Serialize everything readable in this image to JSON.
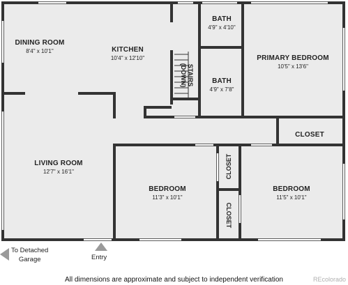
{
  "rooms": {
    "dining_room": {
      "name": "DINING ROOM",
      "dims": "8'4\" x 10'1\""
    },
    "kitchen": {
      "name": "KITCHEN",
      "dims": "10'4\" x 12'10\""
    },
    "bath_top": {
      "name": "BATH",
      "dims": "4'9\" x 4'10\""
    },
    "bath_mid": {
      "name": "BATH",
      "dims": "4'9\" x 7'8\""
    },
    "primary_bedroom": {
      "name": "PRIMARY BEDROOM",
      "dims": "10'5\" x 13'6\""
    },
    "living_room": {
      "name": "LIVING ROOM",
      "dims": "12'7\" x 16'1\""
    },
    "bedroom_left": {
      "name": "BEDROOM",
      "dims": "11'3\" x 10'1\""
    },
    "bedroom_right": {
      "name": "BEDROOM",
      "dims": "11'5\" x 10'1\""
    },
    "closet_hall": {
      "name": "CLOSET"
    },
    "closet_upper": {
      "name": "CLOSET"
    },
    "closet_lower": {
      "name": "CLOSET"
    }
  },
  "stairs": {
    "label": "STAIRS\n(DOWN)"
  },
  "notes": {
    "garage": "To Detached\nGarage",
    "entry": "Entry"
  },
  "footer": "All dimensions are approximate and subject to independent verification",
  "watermark": "REcolorado",
  "colors": {
    "floor": "#ebebeb",
    "wall": "#333333",
    "window": "#ffffff",
    "arrow": "#9a9a9a"
  }
}
